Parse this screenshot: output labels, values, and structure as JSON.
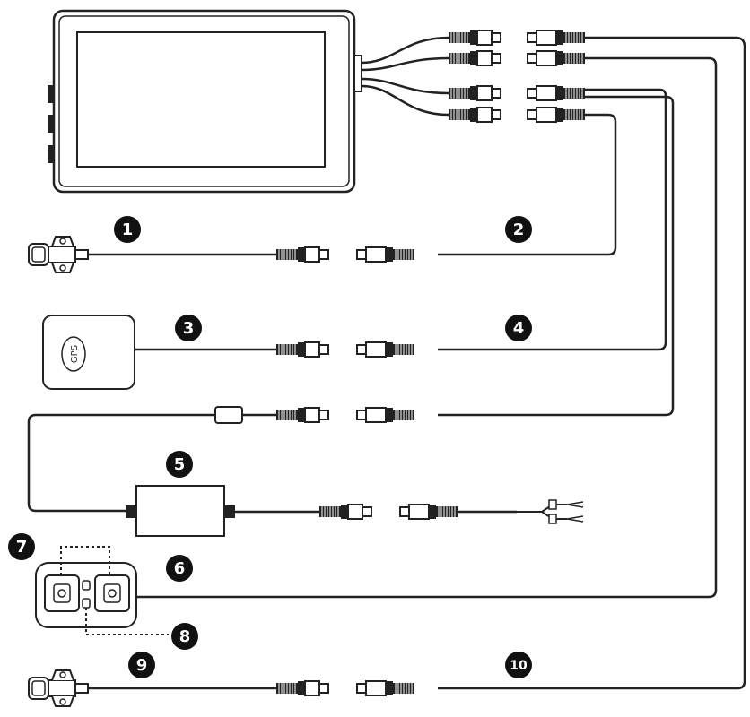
{
  "labels": {
    "gps": "GPS",
    "callouts": [
      "1",
      "2",
      "3",
      "4",
      "5",
      "6",
      "7",
      "8",
      "9",
      "10"
    ]
  },
  "colors": {
    "line": "#222222",
    "badge": "#111111",
    "screen_bezel": "#ffffff"
  }
}
